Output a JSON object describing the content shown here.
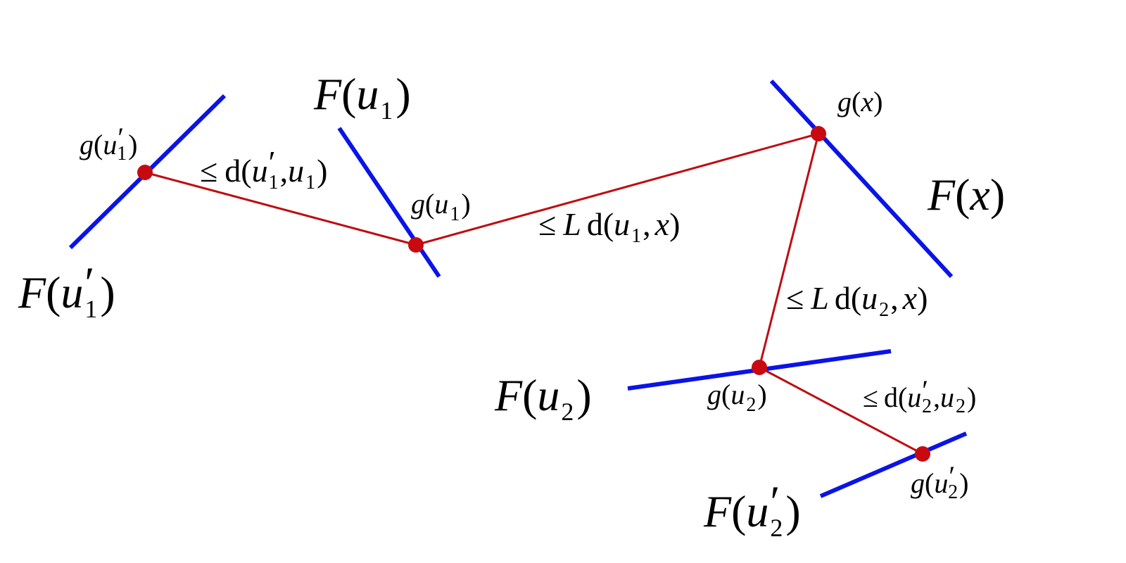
{
  "colors": {
    "fiber": "#0a14e6",
    "distance": "#bf0b10",
    "point": "#c80a10"
  },
  "labels": {
    "F_u1p": {
      "letter": "F",
      "open": "(",
      "var": "u",
      "prime": "′",
      "sub": "1",
      "close": ")"
    },
    "F_u1": {
      "letter": "F",
      "open": "(",
      "var": "u",
      "sub": "1",
      "close": ")"
    },
    "F_x": {
      "letter": "F",
      "open": "(",
      "var": "x",
      "close": ")"
    },
    "F_u2": {
      "letter": "F",
      "open": "(",
      "var": "u",
      "sub": "2",
      "close": ")"
    },
    "F_u2p": {
      "letter": "F",
      "open": "(",
      "var": "u",
      "prime": "′",
      "sub": "2",
      "close": ")"
    },
    "g_u1p": {
      "letter": "g",
      "open": "(",
      "var": "u",
      "prime": "′",
      "sub": "1",
      "close": ")"
    },
    "g_u1": {
      "letter": "g",
      "open": "(",
      "var": "u",
      "sub": "1",
      "close": ")"
    },
    "g_x": {
      "letter": "g",
      "open": "(",
      "var": "x",
      "close": ")"
    },
    "g_u2": {
      "letter": "g",
      "open": "(",
      "var": "u",
      "sub": "2",
      "close": ")"
    },
    "g_u2p": {
      "letter": "g",
      "open": "(",
      "var": "u",
      "prime": "′",
      "sub": "2",
      "close": ")"
    },
    "d_u1p_u1": {
      "leq": "≤",
      "d": "d",
      "open": "(",
      "var1": "u",
      "prime": "′",
      "sub1": "1",
      "comma": ",",
      "var2": "u",
      "sub2": "1",
      "close": ")"
    },
    "Ld_u1_x": {
      "leq": "≤",
      "L": "L",
      "d": "d",
      "open": "(",
      "var1": "u",
      "sub1": "1",
      "comma": ",",
      "var2": "x",
      "close": ")"
    },
    "Ld_u2_x": {
      "leq": "≤",
      "L": "L",
      "d": "d",
      "open": "(",
      "var1": "u",
      "sub1": "2",
      "comma": ",",
      "var2": "x",
      "close": ")"
    },
    "d_u2p_u2": {
      "leq": "≤",
      "d": "d",
      "open": "(",
      "var1": "u",
      "prime": "′",
      "sub1": "2",
      "comma": ",",
      "var2": "u",
      "sub2": "2",
      "close": ")"
    }
  }
}
